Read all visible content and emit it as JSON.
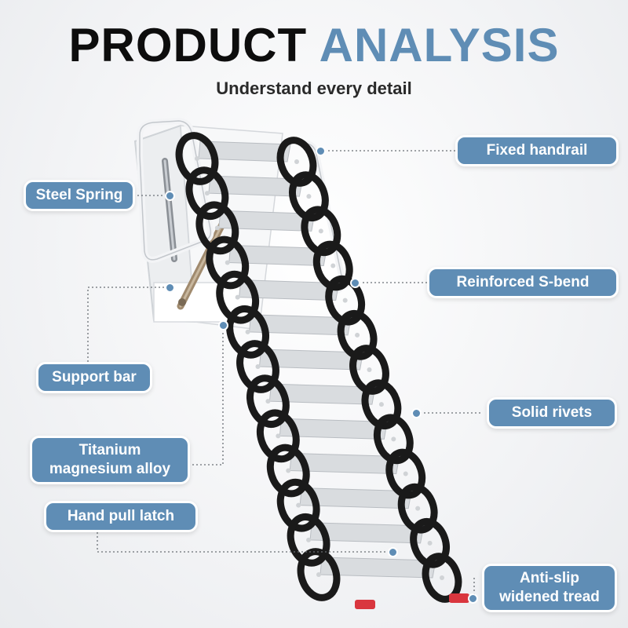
{
  "header": {
    "title_part1": "PRODUCT",
    "title_part2": "ANALYSIS",
    "subtitle": "Understand every detail"
  },
  "colors": {
    "accent": "#5f8db5",
    "title_dark": "#0d0d0d",
    "frame_black": "#1a1a1a",
    "tread_silver": "#d9dcdf",
    "foot_red": "#d9363e"
  },
  "callouts": {
    "fixed_handrail": "Fixed handrail",
    "steel_spring": "Steel Spring",
    "reinforced_s_bend": "Reinforced S-bend",
    "support_bar": "Support bar",
    "solid_rivets": "Solid rivets",
    "titanium_line1": "Titanium",
    "titanium_line2": "magnesium alloy",
    "hand_pull_latch": "Hand pull latch",
    "anti_slip_line1": "Anti-slip",
    "anti_slip_line2": "widened tread"
  }
}
